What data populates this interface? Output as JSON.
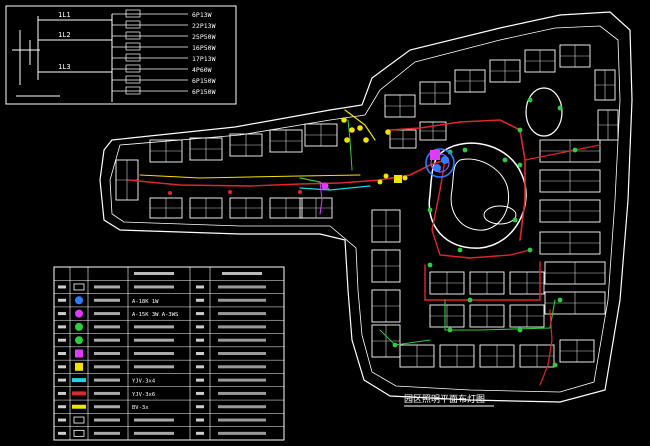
{
  "app": {
    "background": "#000000"
  },
  "colors": {
    "line": "#ffffff",
    "red": "#e0262b",
    "green": "#2ecc40",
    "yellow": "#f2e300",
    "blue": "#2a7fff",
    "magenta": "#e03cff",
    "cyan": "#21d3e6",
    "purple": "#8b5cff"
  },
  "circuit": {
    "feeders": [
      "1L1",
      "1L2",
      "1L3"
    ],
    "breakers": [
      {
        "label": "6P13W"
      },
      {
        "label": "22P13W"
      },
      {
        "label": "25P50W"
      },
      {
        "label": "16P50W"
      },
      {
        "label": "17P13W"
      },
      {
        "label": "4P60W"
      },
      {
        "label": "6P150W"
      },
      {
        "label": "6P150W"
      }
    ]
  },
  "plan": {
    "title": "园区照明平面布灯图"
  },
  "legend": {
    "rows": [
      {
        "color": "#ffffff",
        "shape": "box"
      },
      {
        "color": "#2a7fff",
        "shape": "dot",
        "desc": "A-18K  1W"
      },
      {
        "color": "#e03cff",
        "shape": "dot",
        "desc": "A-15K  3W  A-3WS"
      },
      {
        "color": "#2ecc40",
        "shape": "dot"
      },
      {
        "color": "#2ecc40",
        "shape": "dot"
      },
      {
        "color": "#e03cff",
        "shape": "sq"
      },
      {
        "color": "#f2e300",
        "shape": "sq"
      },
      {
        "color": "#21d3e6",
        "shape": "bar",
        "desc": "YJV-3x4"
      },
      {
        "color": "#e0262b",
        "shape": "bar",
        "desc": "YJV-3x6"
      },
      {
        "color": "#f2e300",
        "shape": "bar",
        "desc": "BV-3x"
      },
      {
        "color": "#ffffff",
        "shape": "box"
      },
      {
        "color": "#ffffff",
        "shape": "box"
      }
    ]
  }
}
